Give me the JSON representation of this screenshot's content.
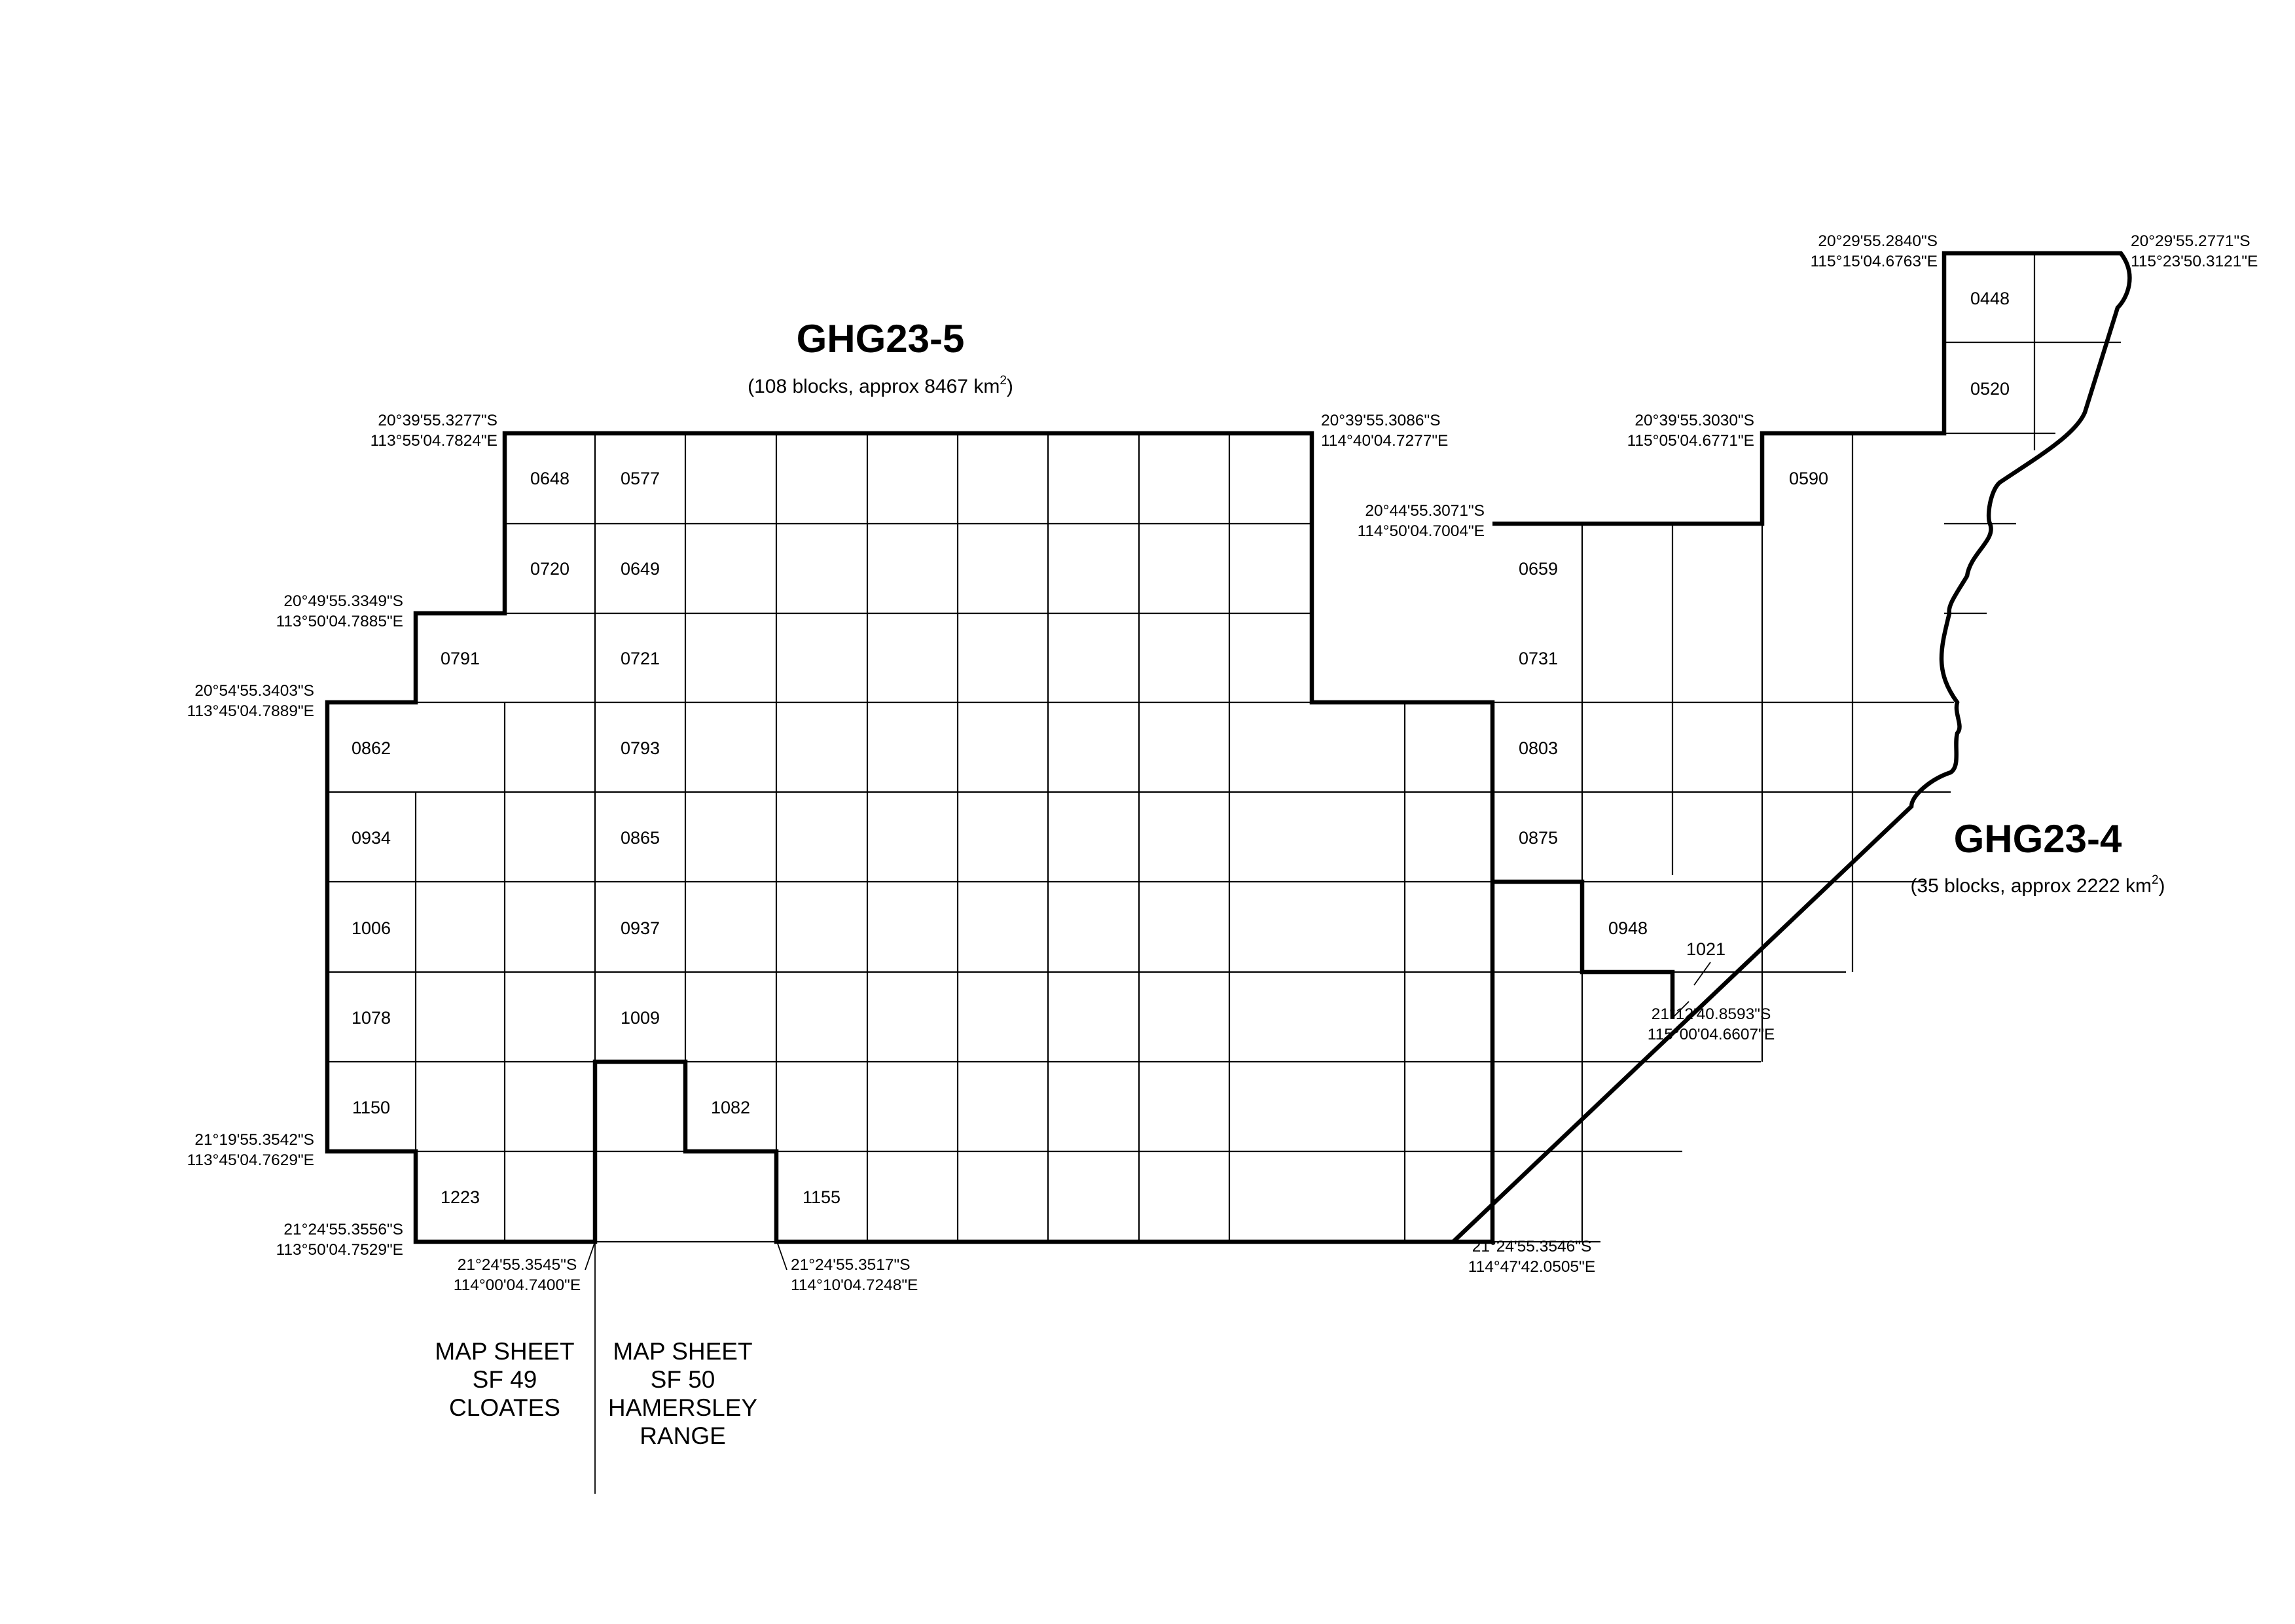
{
  "areas": {
    "ghg23_5": {
      "title": "GHG23-5",
      "subtitle_prefix": "(108 blocks, approx 8467 km",
      "subtitle_sup": "2",
      "subtitle_suffix": ")"
    },
    "ghg23_4": {
      "title": "GHG23-4",
      "subtitle_prefix": "(35 blocks, approx 2222 km",
      "subtitle_sup": "2",
      "subtitle_suffix": ")"
    }
  },
  "block_labels": [
    "0648",
    "0577",
    "0720",
    "0649",
    "0791",
    "0721",
    "0862",
    "0793",
    "0934",
    "0865",
    "1006",
    "0937",
    "1078",
    "1009",
    "1150",
    "1082",
    "1223",
    "1155",
    "0448",
    "0520",
    "0590",
    "0659",
    "0731",
    "0803",
    "0875",
    "0948",
    "1021"
  ],
  "coordinates": [
    {
      "lat": "20°29'55.2840\"S",
      "lon": "115°15'04.6763\"E"
    },
    {
      "lat": "20°29'55.2771\"S",
      "lon": "115°23'50.3121\"E"
    },
    {
      "lat": "20°39'55.3277\"S",
      "lon": "113°55'04.7824\"E"
    },
    {
      "lat": "20°39'55.3086\"S",
      "lon": "114°40'04.7277\"E"
    },
    {
      "lat": "20°39'55.3030\"S",
      "lon": "115°05'04.6771\"E"
    },
    {
      "lat": "20°44'55.3071\"S",
      "lon": "114°50'04.7004\"E"
    },
    {
      "lat": "20°49'55.3349\"S",
      "lon": "113°50'04.7885\"E"
    },
    {
      "lat": "20°54'55.3403\"S",
      "lon": "113°45'04.7889\"E"
    },
    {
      "lat": "21°12'40.8593\"S",
      "lon": "115°00'04.6607\"E"
    },
    {
      "lat": "21°19'55.3542\"S",
      "lon": "113°45'04.7629\"E"
    },
    {
      "lat": "21°24'55.3556\"S",
      "lon": "113°50'04.7529\"E"
    },
    {
      "lat": "21°24'55.3545\"S",
      "lon": "114°00'04.7400\"E"
    },
    {
      "lat": "21°24'55.3517\"S",
      "lon": "114°10'04.7248\"E"
    },
    {
      "lat": "21°24'55.3546\"S",
      "lon": "114°47'42.0505\"E"
    }
  ],
  "map_sheets": [
    {
      "line1": "MAP SHEET",
      "line2": "SF 49",
      "line3": "CLOATES",
      "line4": ""
    },
    {
      "line1": "MAP SHEET",
      "line2": "SF 50",
      "line3": "HAMERSLEY",
      "line4": "RANGE"
    }
  ]
}
